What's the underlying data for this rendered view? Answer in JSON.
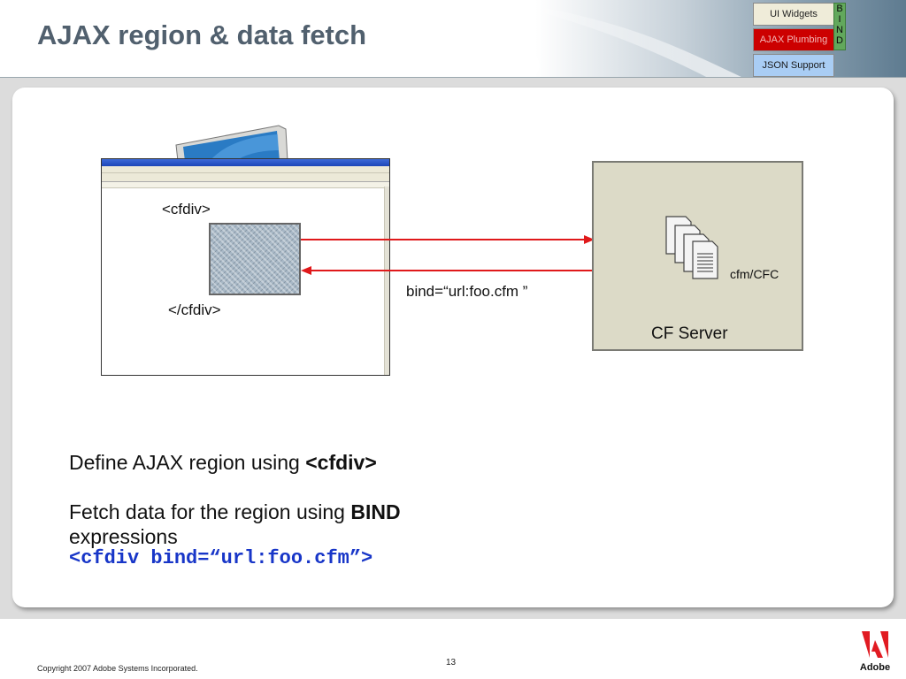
{
  "slide": {
    "title": "AJAX region & data fetch",
    "page_number": "13",
    "copyright": "Copyright 2007 Adobe Systems Incorporated."
  },
  "nav_tabs": [
    {
      "label": "UI Widgets"
    },
    {
      "label": "AJAX Plumbing"
    },
    {
      "label": "JSON Support"
    }
  ],
  "bind_letters": [
    "B",
    "I",
    "N",
    "D"
  ],
  "diagram": {
    "cfdiv_open": "<cfdiv>",
    "cfdiv_close": "</cfdiv>",
    "bind_label": "bind=“url:foo.cfm ”",
    "server_file_label": "cfm/CFC",
    "server_label": "CF Server"
  },
  "bullets": [
    {
      "text": "Define AJAX region using ",
      "bold": "<cfdiv>"
    },
    {
      "text": "Fetch data for the region using ",
      "bold": "BIND",
      "tail": "expressions"
    }
  ],
  "code_sample": "<cfdiv bind=“url:foo.cfm”>",
  "logo": {
    "text": "Adobe"
  },
  "colors": {
    "title": "#51606e",
    "tab_active": "#cc0000",
    "tab_json": "#a9cdf4",
    "bind_green": "#62a85c",
    "arrow_red": "#e0191b",
    "code_blue": "#1836c8",
    "server_fill": "#dcdac7"
  },
  "icons": [
    "monitor-icon",
    "browser-window",
    "document-stack-icon",
    "adobe-logo"
  ]
}
